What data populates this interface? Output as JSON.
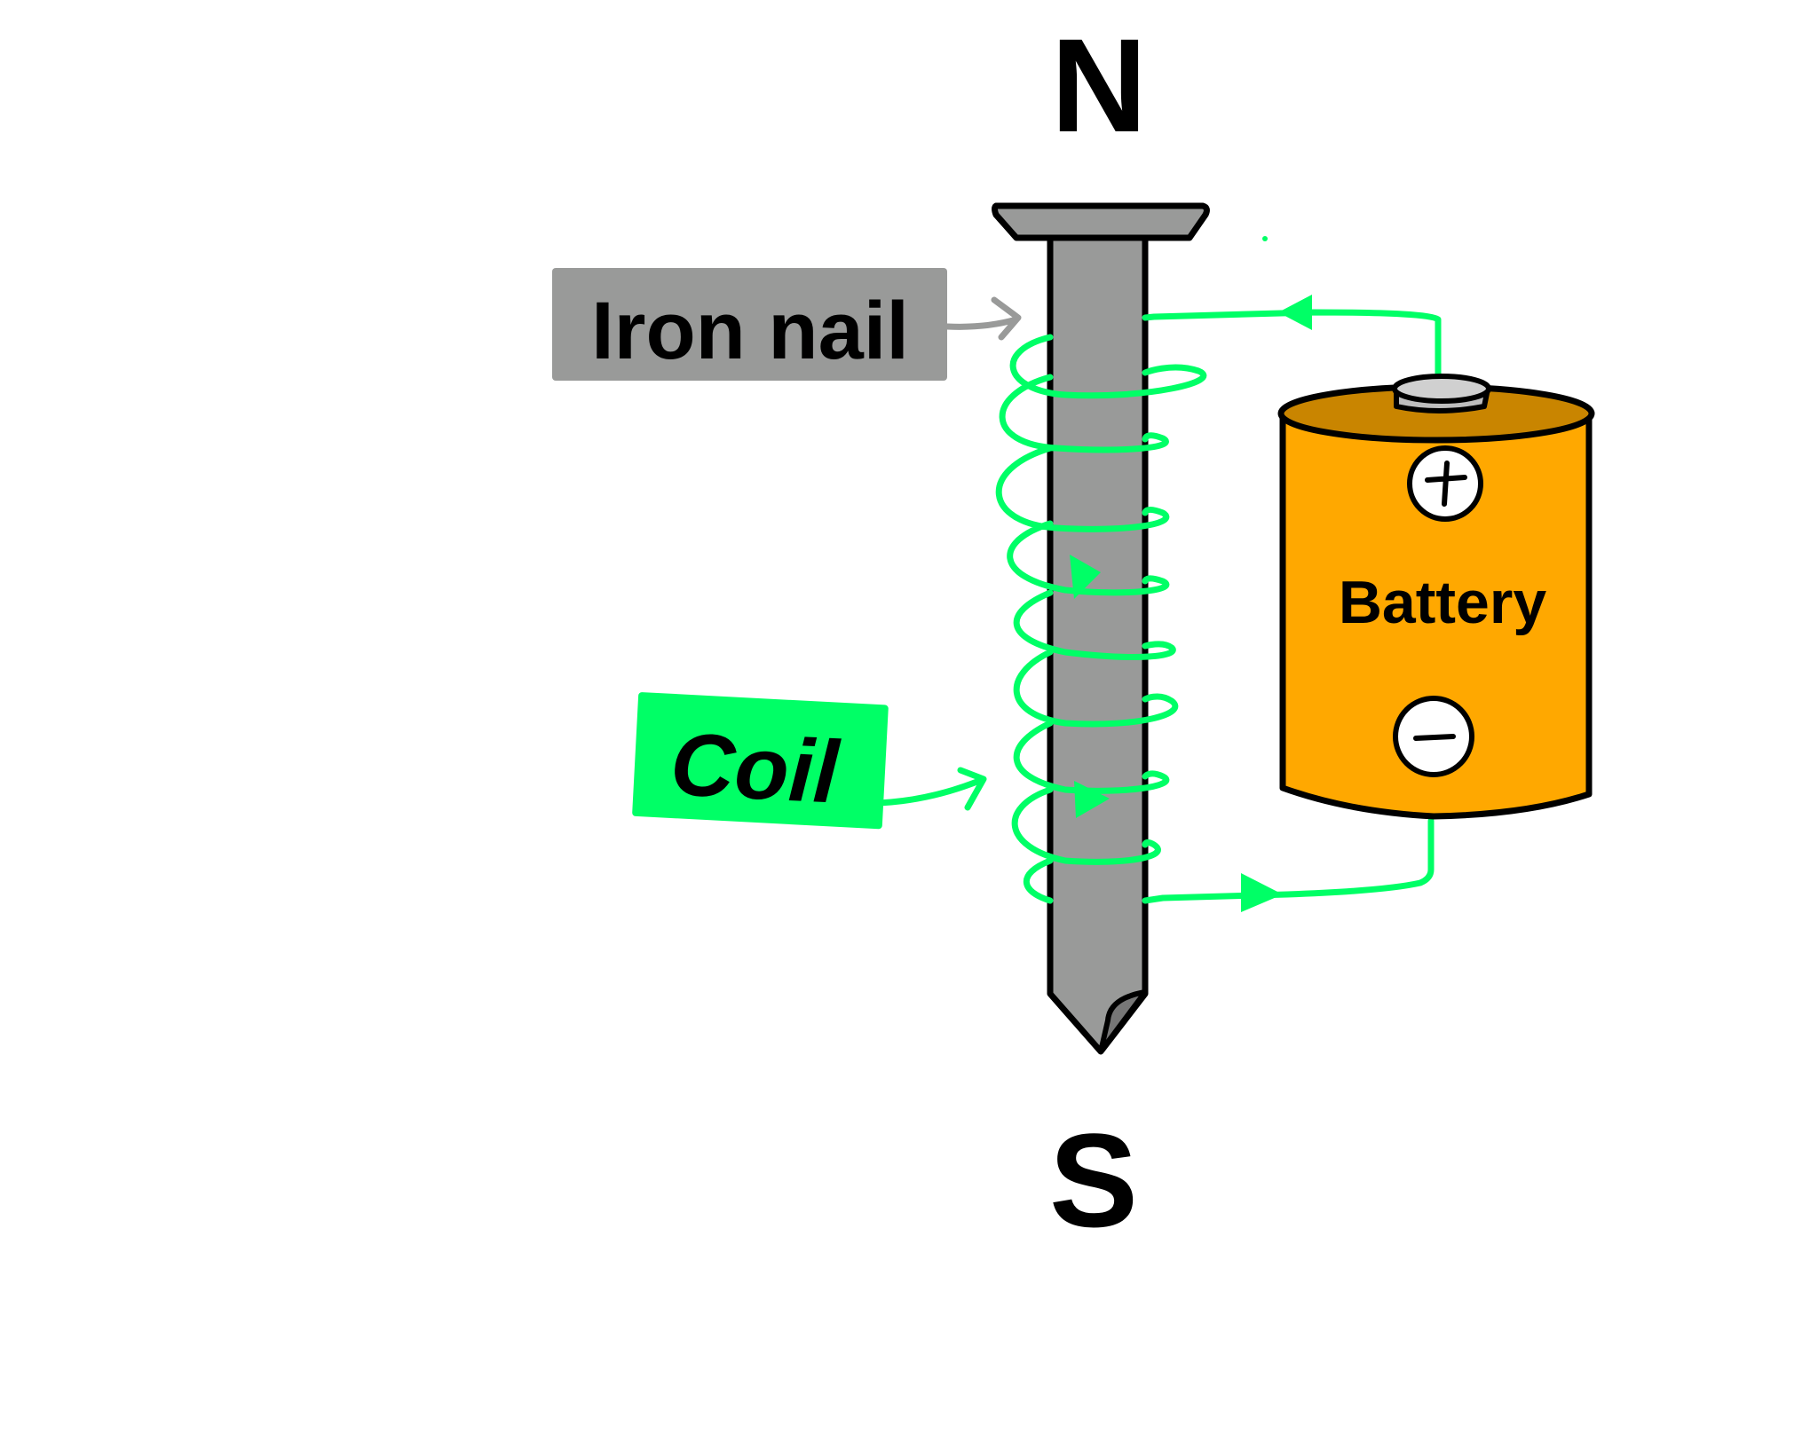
{
  "diagram": {
    "title": "Electromagnet",
    "poles": {
      "north": "N",
      "south": "S"
    },
    "labels": {
      "iron_nail": "Iron nail",
      "coil": "Coil",
      "battery": "Battery"
    },
    "battery_terminals": {
      "positive": "+",
      "negative": "−"
    },
    "colors": {
      "wire": "#00ff66",
      "coil_label_bg": "#00ff66",
      "nail": "#999a99",
      "nail_label_bg": "#999a99",
      "battery_body": "#ffa800",
      "battery_top": "#c98500",
      "terminal_cap": "#d0d0d0",
      "outline": "#000000"
    },
    "components": [
      "Iron nail",
      "Coil",
      "Battery",
      "Wire"
    ],
    "current_direction": "from battery positive terminal, through coil around nail, back to negative terminal"
  }
}
